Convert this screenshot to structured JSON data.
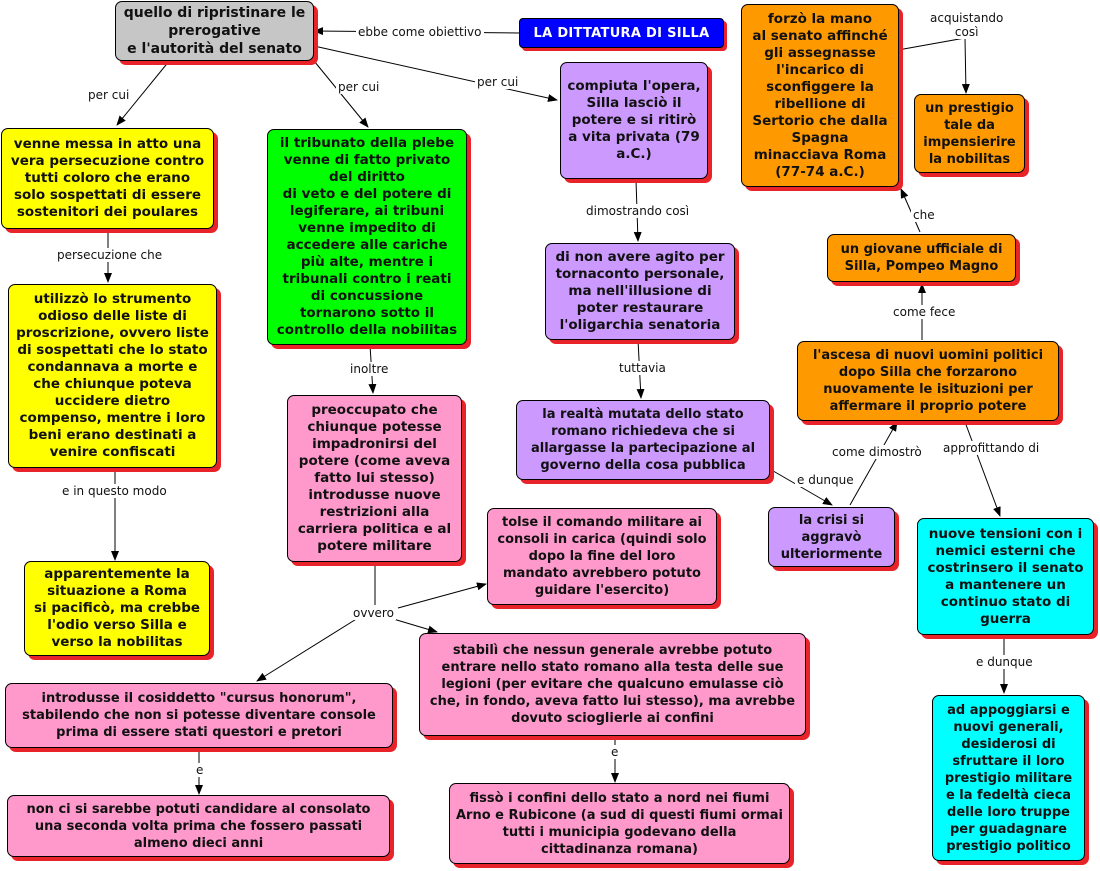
{
  "colors": {
    "gray": "#c6c6c6",
    "yellow": "#ffff00",
    "green": "#00ff00",
    "lilac": "#cc99ff",
    "pink": "#ff99cc",
    "orange": "#ff9900",
    "cyan": "#00ffff",
    "title": "#0000ff",
    "shadow": "#e8232a"
  },
  "title": "LA DITTATURA DI SILLA",
  "nodes": {
    "obiettivo": "quello di ripristinare le prerogative\ne l'autorità del senato",
    "persecuzione": "venne messa in atto una vera persecuzione contro tutti coloro che erano solo sospettati di essere sostenitori dei poulares",
    "proscrizione": "utilizzò lo strumento odioso delle liste di proscrizione, ovvero liste di sospettati che lo stato condannava a morte e che chiunque poteva uccidere dietro compenso, mentre i loro beni erano destinati a venire confiscati",
    "pacifico": "apparentemente la situazione a Roma\nsi pacificò, ma crebbe l'odio verso Silla e verso la nobilitas",
    "tribunato": "il tribunato della plebe venne di fatto privato del diritto\ndi veto e del potere di legiferare, ai tribuni venne impedito di accedere alle cariche più alte, mentre i tribunali contro i reati di concussione tornarono sotto il controllo della nobilitas",
    "preoccupato": "preoccupato che chiunque potesse impadronirsi del potere (come aveva fatto lui stesso) introdusse nuove restrizioni alla carriera politica e al potere militare",
    "comando": "tolse il comando militare ai consoli in carica (quindi solo dopo la fine del loro mandato avrebbero potuto guidare l'esercito)",
    "legioni": "stabilì che nessun generale avrebbe potuto entrare nello stato romano alla testa delle sue legioni (per evitare che qualcuno emulasse ciò che, in fondo, aveva fatto lui stesso), ma avrebbe dovuto scioglierle ai confini",
    "cursus": "introdusse il cosiddetto \"cursus honorum\", stabilendo che non si potesse diventare console prima di essere stati questori e pretori",
    "consolato": "non ci si sarebbe potuti candidare al consolato una seconda volta prima che fossero passati almeno dieci anni",
    "confini": "fissò i confini dello stato a nord nei fiumi Arno e Rubicone (a sud di questi fiumi ormai tutti i municipia godevano della cittadinanza romana)",
    "opera": "compiuta l'opera,\nSilla lasciò il potere e si ritirò a vita privata (79 a.C.)",
    "tornaconto": "di non avere agito per tornaconto personale, ma nell'illusione di poter restaurare l'oligarchia senatoria",
    "realta": "la realtà mutata dello stato romano richiedeva che si allargasse la partecipazione al governo della cosa pubblica",
    "crisi": "la crisi si aggravò ulteriormente",
    "ascesa": "l'ascesa di nuovi uomini politici dopo Silla che forzarono nuovamente le isituzioni per affermare il proprio potere",
    "pompeo": "un giovane ufficiale di Silla, Pompeo Magno",
    "mano": "forzò la mano\nal senato affinché gli assegnasse l'incarico di sconfiggere la ribellione di Sertorio che dalla Spagna minacciava Roma (77-74 a.C.)",
    "prestigio": "un prestigio tale da impensierire la nobilitas",
    "tensioni": "nuove tensioni con i nemici esterni che costrinsero il senato a mantenere un continuo stato di guerra",
    "appoggiarsi": "ad appoggiarsi e nuovi generali, desiderosi di sfruttare il loro prestigio militare e la fedeltà cieca delle loro truppe per guadagnare prestigio politico"
  },
  "links": {
    "ebbe": "ebbe come obiettivo",
    "percui1": "per cui",
    "percui2": "per cui",
    "percui3": "per cui",
    "persecuzione_che": "persecuzione che",
    "in_questo_modo": "e in questo modo",
    "inoltre": "inoltre",
    "ovvero": "ovvero",
    "e1": "e",
    "e2": "e",
    "dimostrando": "dimostrando così",
    "tuttavia": "tuttavia",
    "e_dunque1": "e dunque",
    "come_dimostro": "come dimostrò",
    "approfittando": "approfittando di",
    "come_fece": "come fece",
    "che": "che",
    "acquistando": "acquistando\ncosì",
    "e_dunque2": "e dunque"
  }
}
